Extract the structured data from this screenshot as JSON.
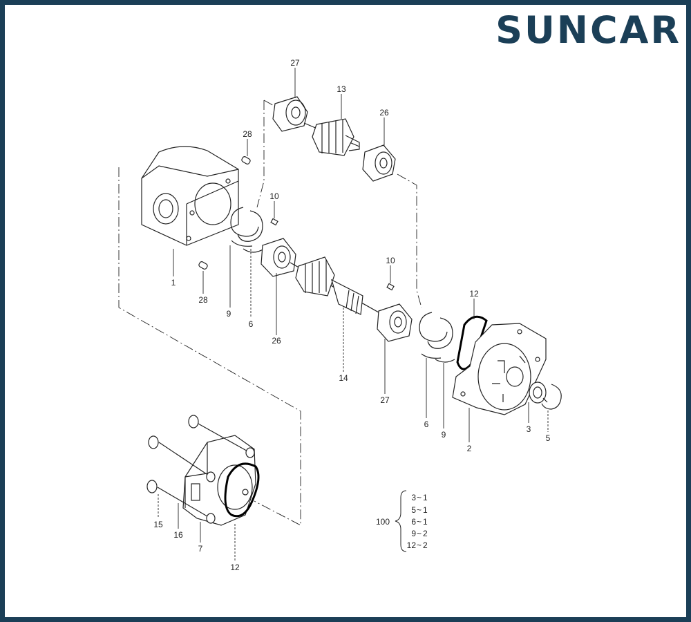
{
  "brand": {
    "name": "SUNCAR",
    "color": "#1b3f57"
  },
  "parts": [
    {
      "id": "p27a",
      "num": "27"
    },
    {
      "id": "p13",
      "num": "13"
    },
    {
      "id": "p26a",
      "num": "26"
    },
    {
      "id": "p28a",
      "num": "28"
    },
    {
      "id": "p10a",
      "num": "10"
    },
    {
      "id": "p10b",
      "num": "10"
    },
    {
      "id": "p1",
      "num": "1"
    },
    {
      "id": "p28b",
      "num": "28"
    },
    {
      "id": "p9a",
      "num": "9"
    },
    {
      "id": "p6a",
      "num": "6"
    },
    {
      "id": "p26b",
      "num": "26"
    },
    {
      "id": "p14",
      "num": "14"
    },
    {
      "id": "p27b",
      "num": "27"
    },
    {
      "id": "p12a",
      "num": "12"
    },
    {
      "id": "p6b",
      "num": "6"
    },
    {
      "id": "p9b",
      "num": "9"
    },
    {
      "id": "p2",
      "num": "2"
    },
    {
      "id": "p3",
      "num": "3"
    },
    {
      "id": "p5",
      "num": "5"
    },
    {
      "id": "p15",
      "num": "15"
    },
    {
      "id": "p16",
      "num": "16"
    },
    {
      "id": "p7",
      "num": "7"
    },
    {
      "id": "p12b",
      "num": "12"
    }
  ],
  "kit": {
    "number": "100",
    "items": [
      {
        "part": "3",
        "qty": "1"
      },
      {
        "part": "5",
        "qty": "1"
      },
      {
        "part": "6",
        "qty": "1"
      },
      {
        "part": "9",
        "qty": "2"
      },
      {
        "part": "12",
        "qty": "2"
      }
    ]
  }
}
